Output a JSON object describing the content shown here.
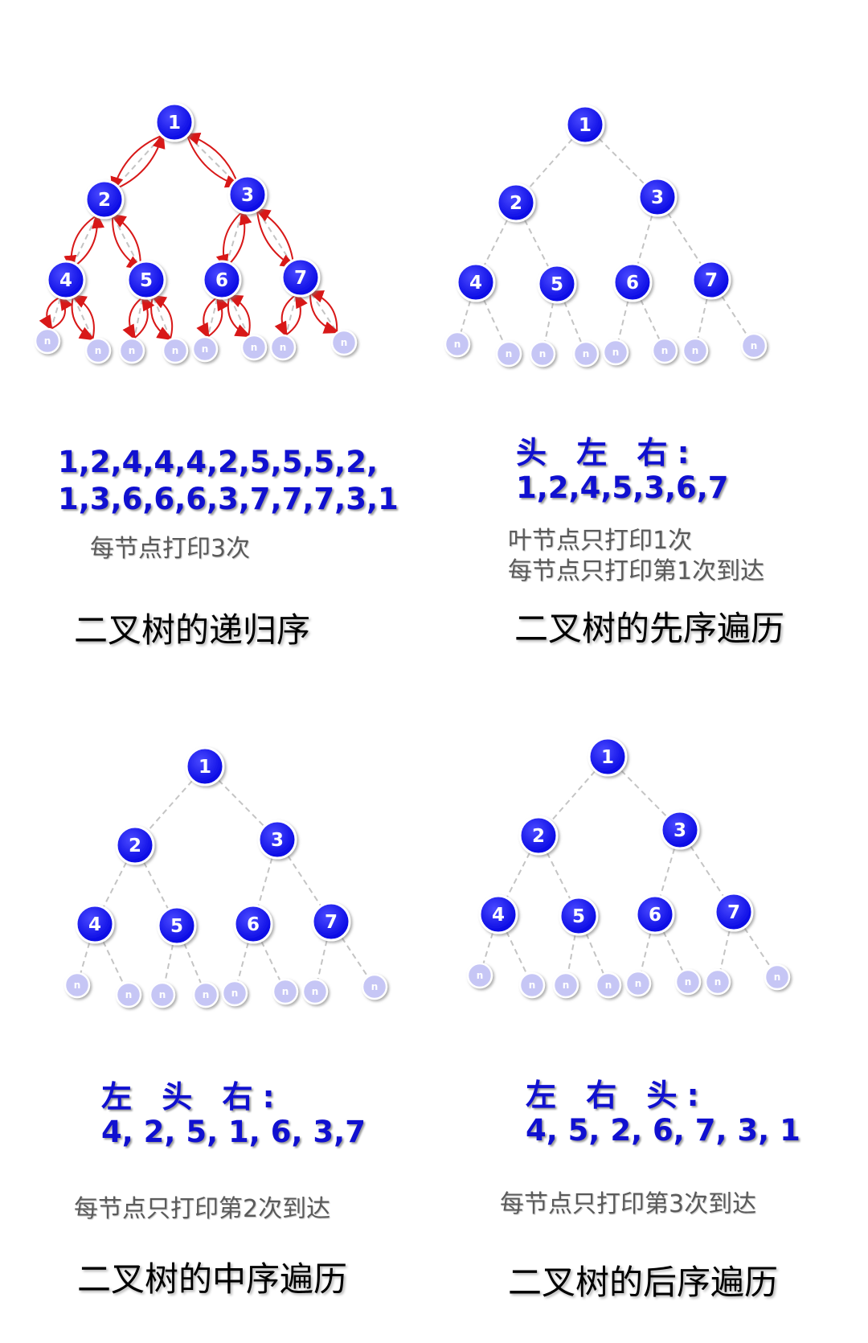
{
  "node_labels": [
    "1",
    "2",
    "3",
    "4",
    "5",
    "6",
    "7"
  ],
  "null_label": "n",
  "colors": {
    "node": "#0000e0",
    "null_node": "#c6c6f5",
    "arrow": "#d81818",
    "edge": "#c4c4c4"
  },
  "panels": [
    {
      "id": "recursive",
      "sequence": [
        "1,2,4,4,4,2,5,5,5,2,",
        "1,3,6,6,6,3,7,7,7,3,1"
      ],
      "order_label": "",
      "notes": [
        "每节点打印3次"
      ],
      "title": "二叉树的递归序"
    },
    {
      "id": "preorder",
      "sequence": [
        "1,2,4,5,3,6,7"
      ],
      "order_label": "头 左 右:",
      "notes": [
        "叶节点只打印1次",
        "每节点只打印第1次到达"
      ],
      "title": "二叉树的先序遍历"
    },
    {
      "id": "inorder",
      "sequence": [
        "4, 2, 5, 1, 6, 3,7"
      ],
      "order_label": "左 头 右:",
      "notes": [
        "每节点只打印第2次到达"
      ],
      "title": "二叉树的中序遍历"
    },
    {
      "id": "postorder",
      "sequence": [
        "4, 5, 2, 6, 7, 3, 1"
      ],
      "order_label": "左 右 头:",
      "notes": [
        "每节点只打印第3次到达"
      ],
      "title": "二叉树的后序遍历"
    }
  ]
}
